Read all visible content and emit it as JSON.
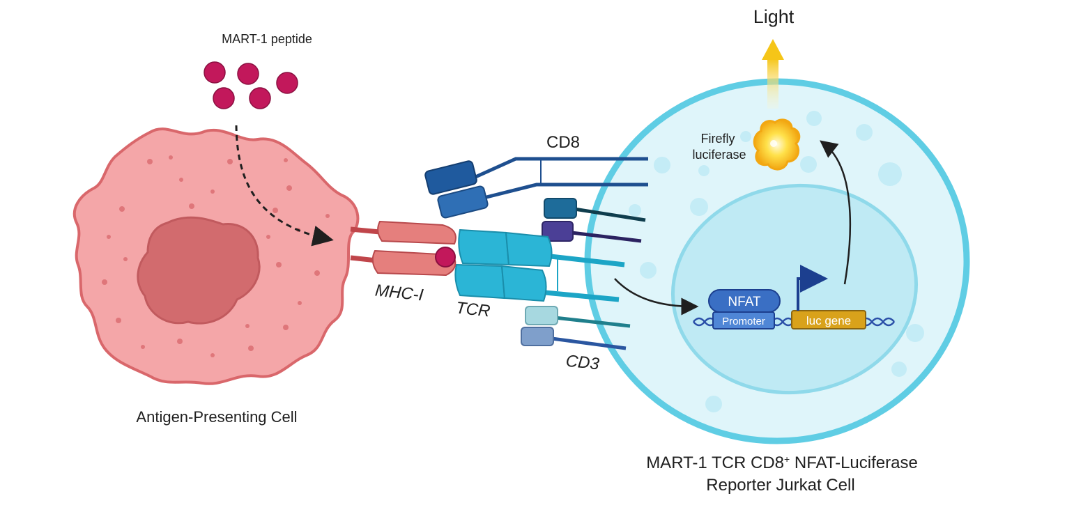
{
  "labels": {
    "light": "Light",
    "peptide": "MART-1 peptide",
    "cd8": "CD8",
    "firefly_line1": "Firefly",
    "firefly_line2": "luciferase",
    "mhc": "MHC-I",
    "tcr": "TCR",
    "cd3": "CD3",
    "nfat": "NFAT",
    "promoter": "Promoter",
    "luc_gene": "luc gene",
    "apc": "Antigen-Presenting Cell",
    "jurkat_line1_pre": "MART-1 TCR CD8",
    "jurkat_line1_sup": "+",
    "jurkat_line1_post": " NFAT-Luciferase",
    "jurkat_line2": "Reporter Jurkat Cell"
  },
  "colors": {
    "apc_body": "#f4a6a8",
    "apc_outline": "#d9676b",
    "apc_nucleus": "#d26b6e",
    "peptide": "#c2185b",
    "mhc": "#e57f7d",
    "tcr": "#2bb5d6",
    "cd8": "#1e5799",
    "jurkat_body": "#dff5fa",
    "jurkat_outline": "#5fcde4",
    "nucleus": "#bfeaf4",
    "nfat": "#3a6fc4",
    "luc_gene": "#d9a21b",
    "light_arrow": "#f5c518",
    "dna": "#2a4fa8"
  }
}
